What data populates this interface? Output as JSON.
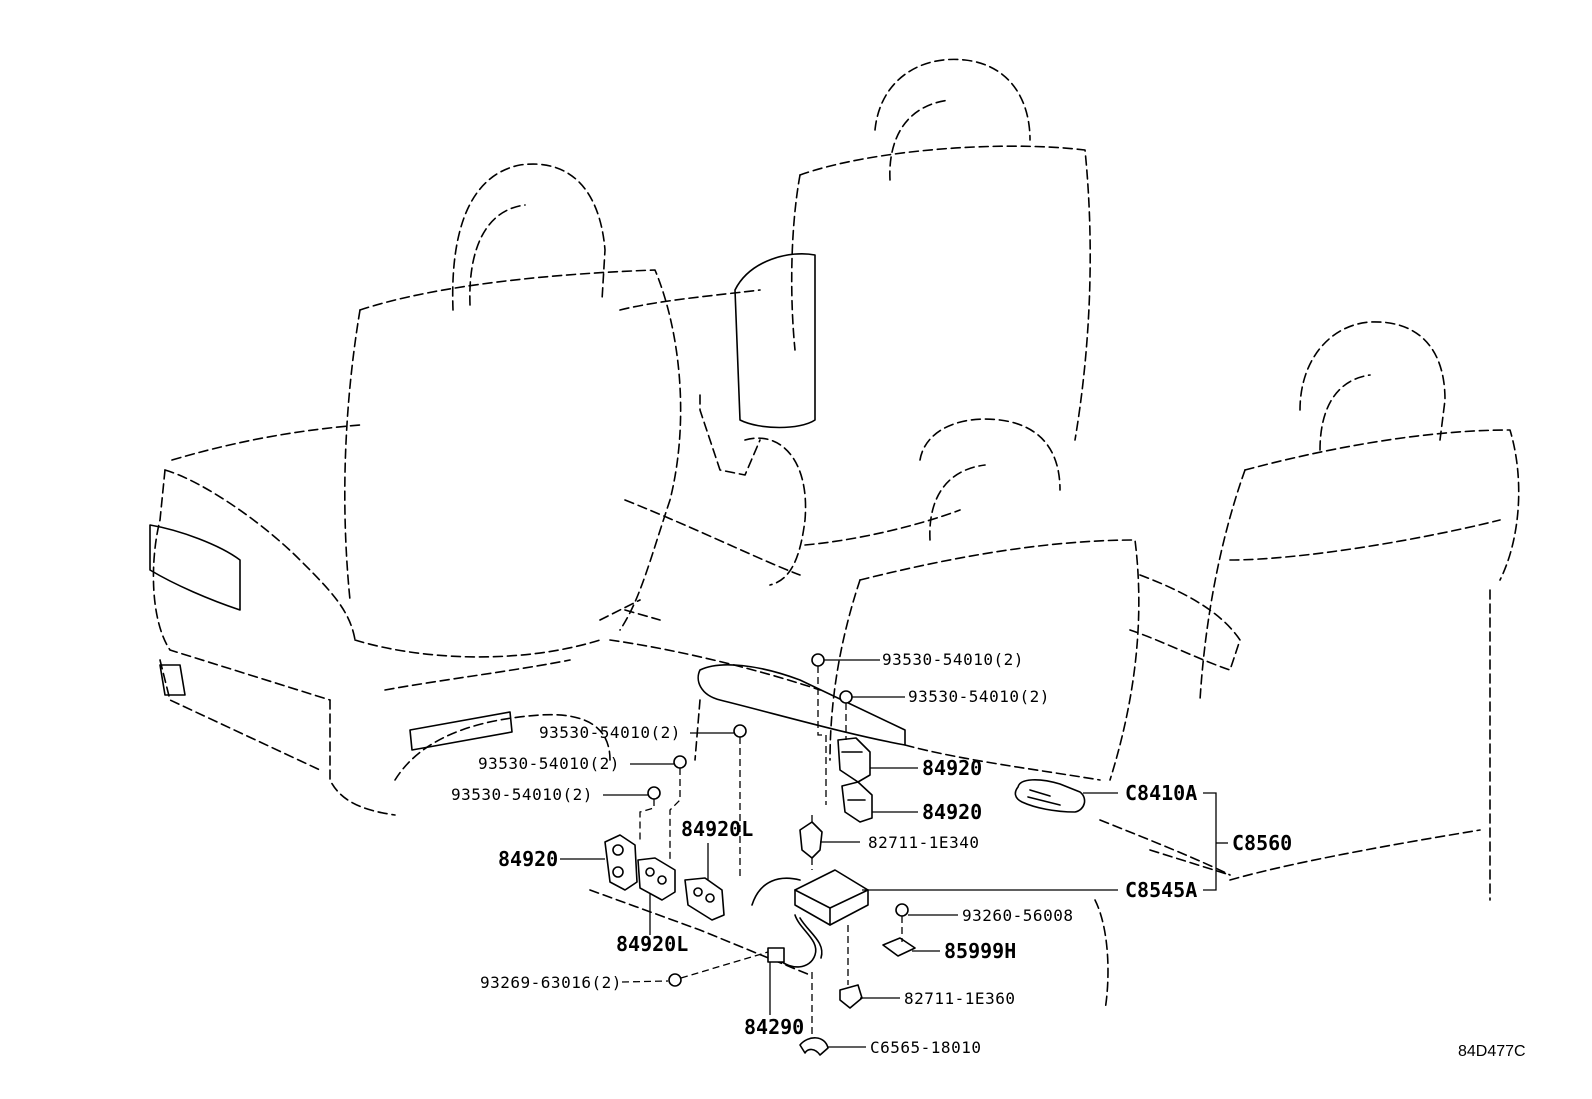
{
  "diagram_code": "84D477C",
  "labels": {
    "bolt_r1": "93530-54010(2)",
    "bolt_r2": "93530-54010(2)",
    "bolt_l1": "93530-54010(2)",
    "bolt_l2": "93530-54010(2)",
    "bolt_l3": "93530-54010(2)",
    "switch_r_upper": "84920",
    "switch_r_lower": "84920",
    "switch_l_outer": "84920",
    "switch_l_upper": "84920L",
    "switch_l_lower": "84920L",
    "clip_upper": "82711-1E340",
    "clip_lower": "82711-1E360",
    "remote_transmitter": "C8410A",
    "kit_group": "C8560",
    "control_receiver": "C8545A",
    "screw": "93260-56008",
    "bracket": "85999H",
    "screw_harness": "93269-63016(2)",
    "harness": "84290",
    "clamp": "C6565-18010"
  }
}
